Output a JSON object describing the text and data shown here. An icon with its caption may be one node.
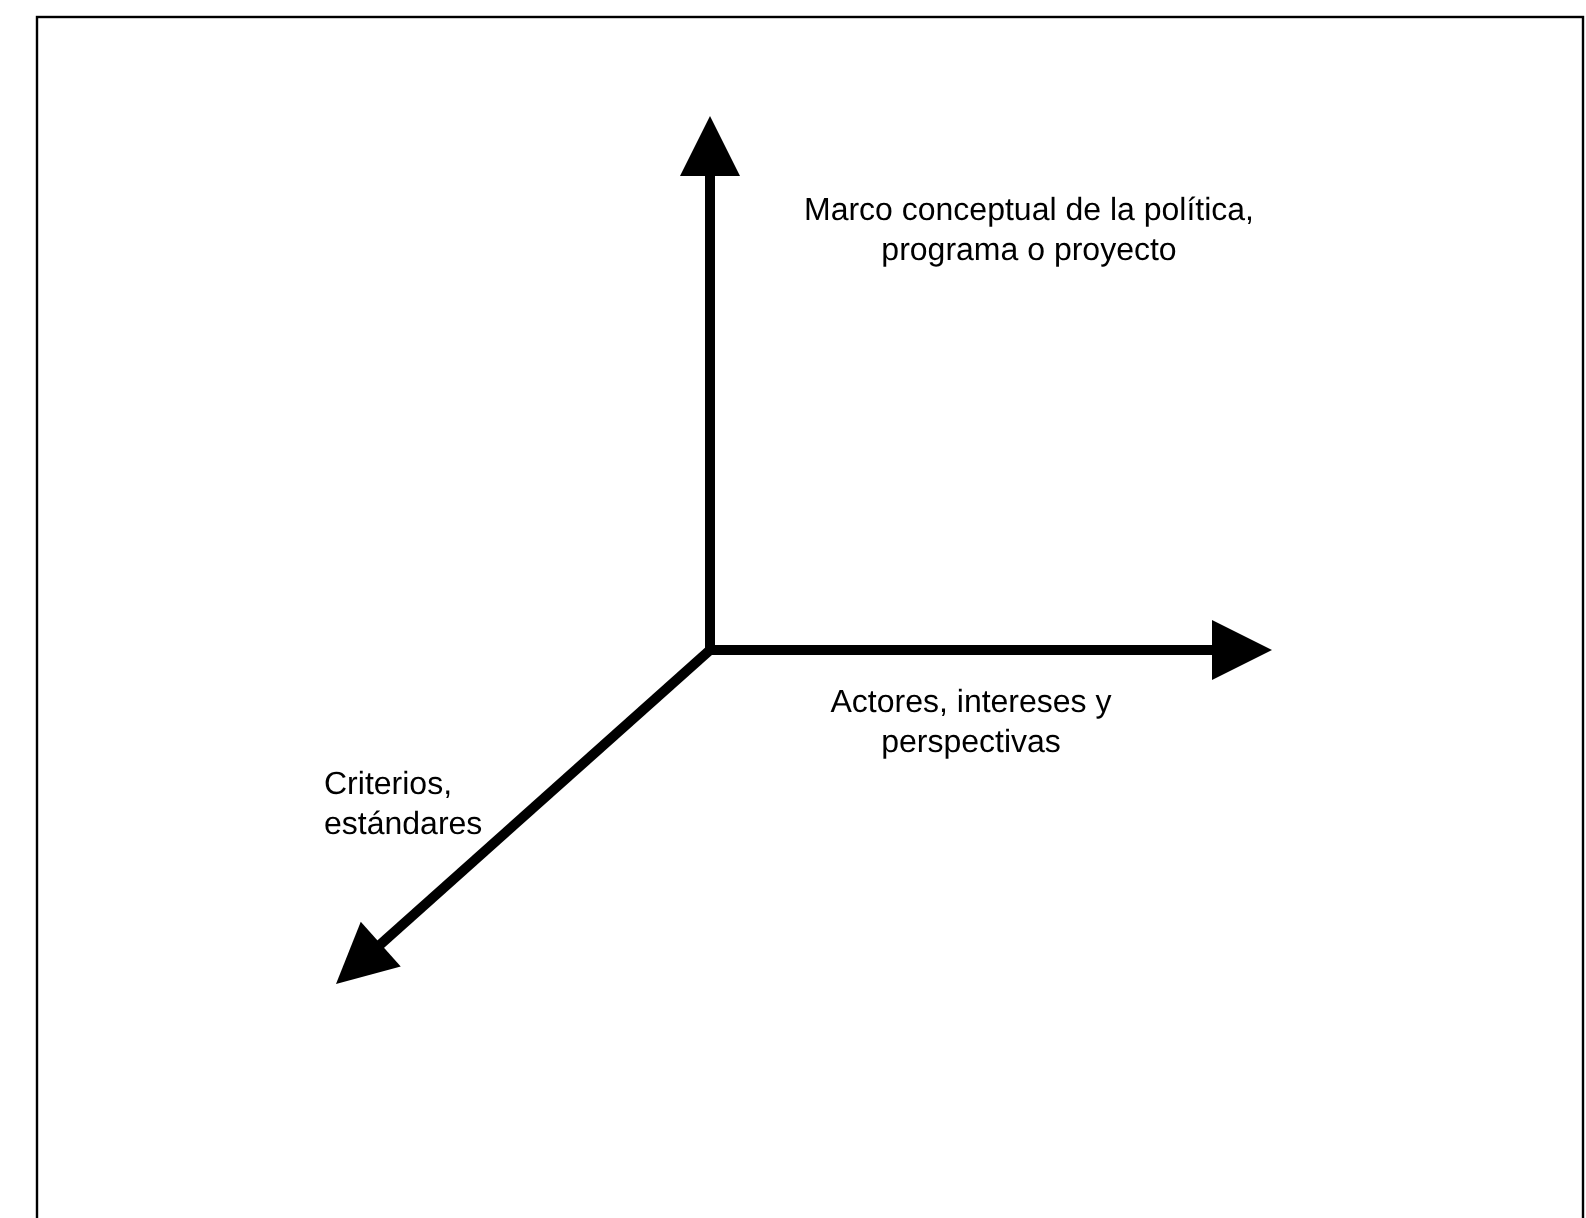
{
  "diagram": {
    "labels": [
      "Marco conceptual de la política, programa o proyecto",
      "Actores, intereses y perspectivas",
      "Criterios, estándares"
    ]
  }
}
